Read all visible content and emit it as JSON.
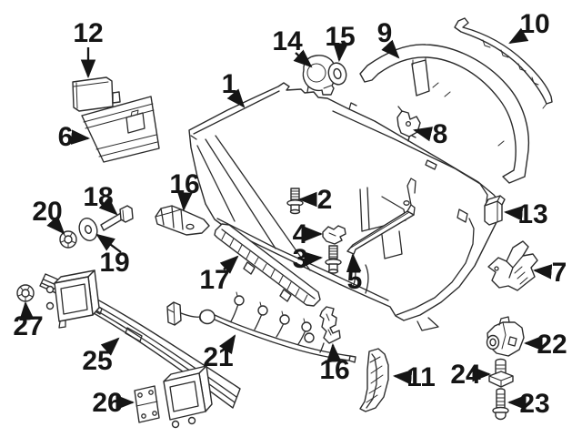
{
  "diagram": {
    "type": "exploded-parts-diagram",
    "subject": "rear-bumper-assembly",
    "background_color": "#ffffff",
    "line_color": "#2b2b2b",
    "label_color": "#151515"
  },
  "callouts": [
    {
      "part": "12"
    },
    {
      "part": "14"
    },
    {
      "part": "15"
    },
    {
      "part": "9"
    },
    {
      "part": "10"
    },
    {
      "part": "1"
    },
    {
      "part": "6"
    },
    {
      "part": "8"
    },
    {
      "part": "2"
    },
    {
      "part": "16"
    },
    {
      "part": "13"
    },
    {
      "part": "18"
    },
    {
      "part": "20"
    },
    {
      "part": "19"
    },
    {
      "part": "4"
    },
    {
      "part": "3"
    },
    {
      "part": "5"
    },
    {
      "part": "17"
    },
    {
      "part": "7"
    },
    {
      "part": "27"
    },
    {
      "part": "25"
    },
    {
      "part": "26"
    },
    {
      "part": "21"
    },
    {
      "part": "16"
    },
    {
      "part": "11"
    },
    {
      "part": "22"
    },
    {
      "part": "24"
    },
    {
      "part": "23"
    }
  ]
}
